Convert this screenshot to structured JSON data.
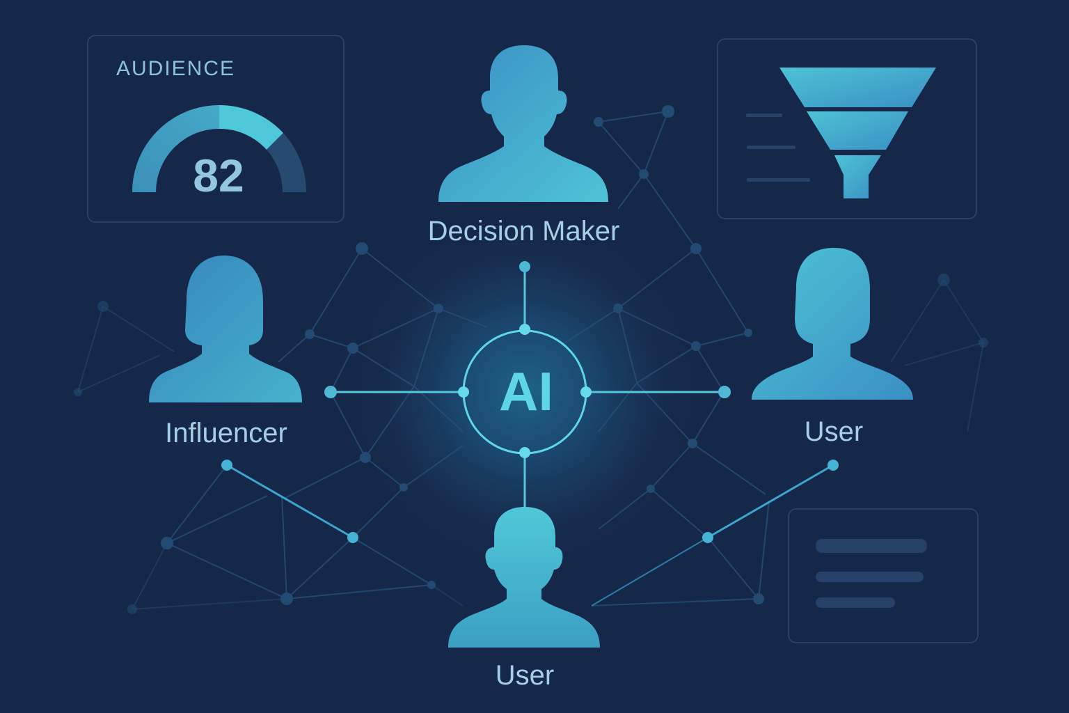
{
  "colors": {
    "background": "#16284a",
    "card_border": "#2a4066",
    "accent_cyan": "#5fd6e6",
    "accent_blue": "#3a93c8",
    "label_text": "#a6cfe3",
    "muted_bar": "#27416a"
  },
  "audience_card": {
    "title": "AUDIENCE",
    "score": "82",
    "gauge_icon": "semicircle-gauge-icon"
  },
  "funnel_card": {
    "icon": "funnel-icon",
    "stages": 3,
    "legend_lines": 3
  },
  "list_card": {
    "icon": "text-lines-icon",
    "lines": 3
  },
  "hub": {
    "label": "AI",
    "icon": "ai-hub-circle-icon"
  },
  "personas": [
    {
      "label": "Decision Maker",
      "icon": "male-user-silhouette-icon"
    },
    {
      "label": "Influencer",
      "icon": "female-user-silhouette-icon"
    },
    {
      "label": "User",
      "icon": "female-user-silhouette-icon"
    },
    {
      "label": "User",
      "icon": "male-user-silhouette-icon"
    }
  ]
}
